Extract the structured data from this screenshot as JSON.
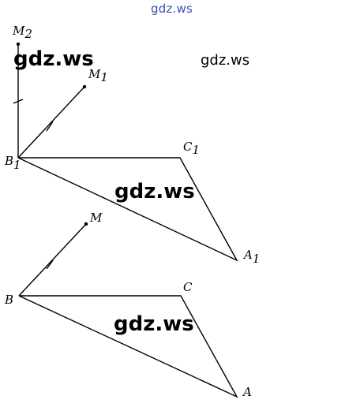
{
  "watermarks": {
    "top": "gdz.ws",
    "upper_left": "gdz.ws",
    "upper_right": "gdz.ws",
    "middle": "gdz.ws",
    "bottom": "gdz.ws"
  },
  "colors": {
    "line": "#000000",
    "watermark_top": "#3a4fb0",
    "background": "#ffffff"
  },
  "labels": {
    "M2": {
      "main": "M",
      "sub": "2"
    },
    "M1": {
      "main": "M",
      "sub": "1"
    },
    "B1": {
      "main": "B",
      "sub": "1"
    },
    "C1": {
      "main": "C",
      "sub": "1"
    },
    "A1": {
      "main": "A",
      "sub": "1"
    },
    "M": {
      "main": "M",
      "sub": ""
    },
    "B": {
      "main": "B",
      "sub": ""
    },
    "C": {
      "main": "C",
      "sub": ""
    },
    "A": {
      "main": "A",
      "sub": ""
    }
  }
}
